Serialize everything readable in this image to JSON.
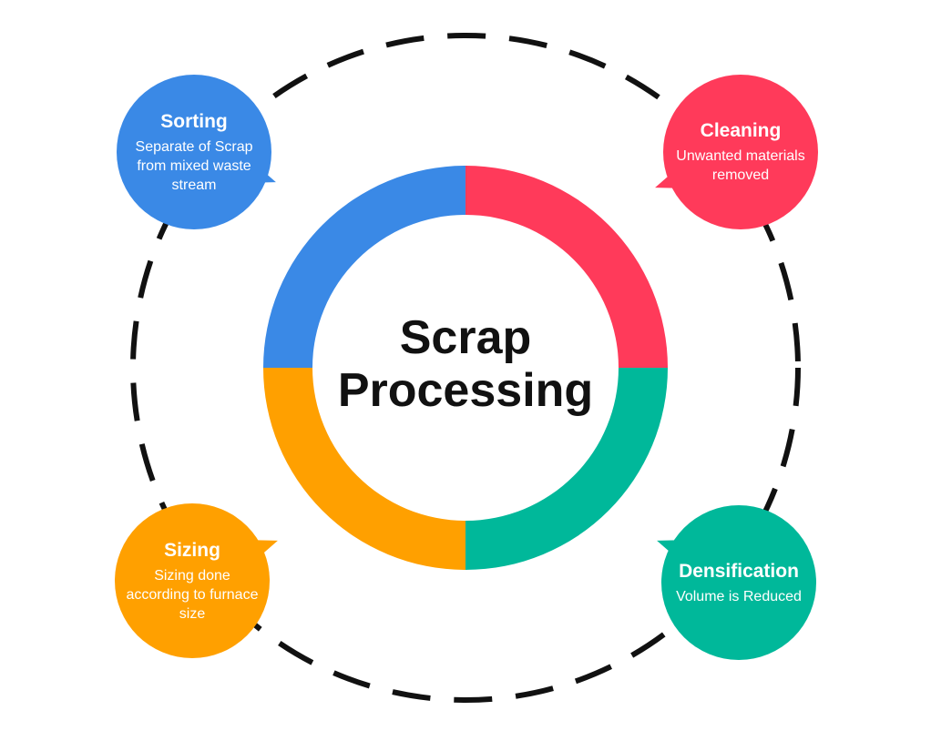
{
  "diagram": {
    "center_line1": "Scrap",
    "center_line2": "Processing",
    "steps": [
      {
        "title": "Sorting",
        "description": "Separate of Scrap from mixed waste stream",
        "color": "#3A89E6"
      },
      {
        "title": "Cleaning",
        "description": "Unwanted materials removed",
        "color": "#FF3A5A"
      },
      {
        "title": "Densification",
        "description": "Volume is Reduced",
        "color": "#00B89A"
      },
      {
        "title": "Sizing",
        "description": "Sizing done according to furnace size",
        "color": "#FFA000"
      }
    ],
    "dash_color": "#111111"
  }
}
